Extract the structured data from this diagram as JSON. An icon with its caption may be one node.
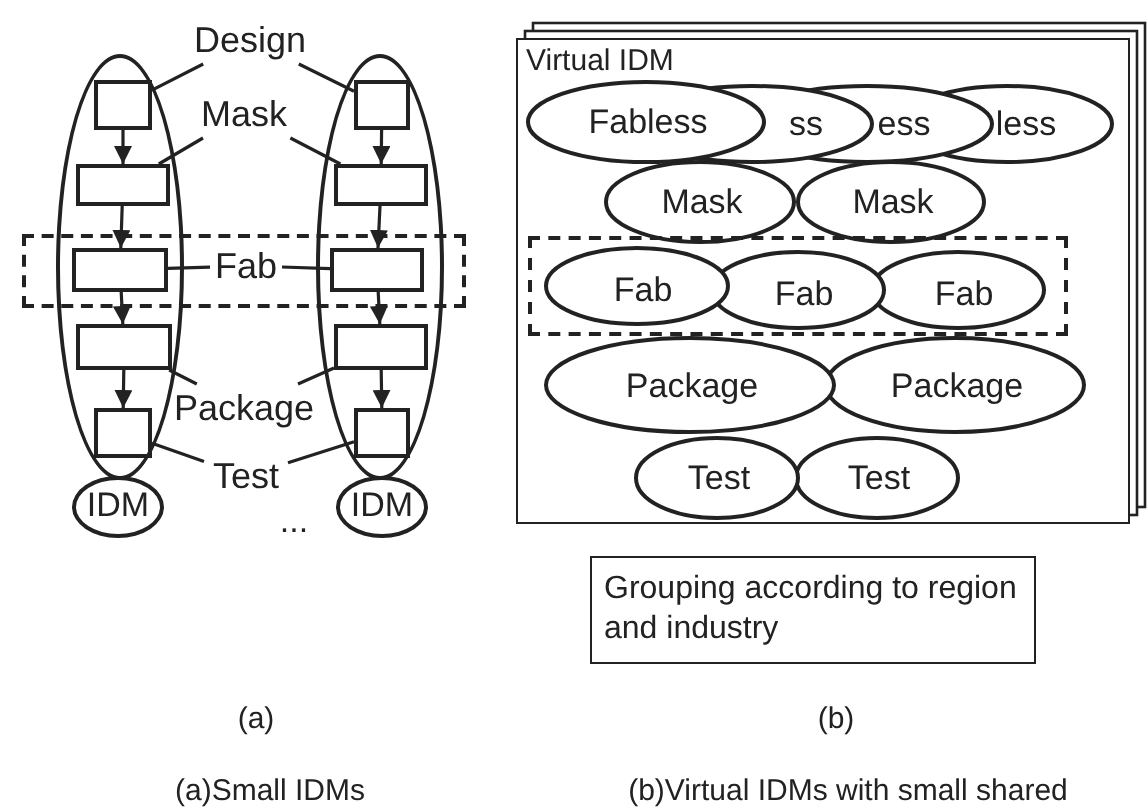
{
  "diagram": {
    "nodes": [
      {
        "text": [
          "Design"
        ]
      },
      {
        "text": [],
        "shape": "ellipse"
      },
      {
        "text": [],
        "shape": "box",
        "in": 1
      },
      {
        "text": [],
        "shape": "box",
        "in": 1
      },
      {
        "text": [],
        "shape": "box"
      },
      {
        "text": [],
        "shape": "box",
        "in": 1
      },
      {
        "text": [],
        "shape": "box",
        "in": 1
      },
      {
        "text": [],
        "shape": "ellipse"
      },
      {
        "text": [],
        "shape": "box",
        "in": 7
      },
      {
        "text": [],
        "shape": "box",
        "in": 7
      },
      {
        "text": [],
        "shape": "box"
      },
      {
        "text": [],
        "shape": "box",
        "in": 7
      },
      {
        "text": [],
        "shape": "box",
        "in": 7
      },
      {
        "text": [
          "Mask"
        ]
      },
      {
        "text": [],
        "shape": "box"
      },
      {
        "text": [
          "Fab"
        ],
        "in": 14
      },
      {
        "text": [
          "Package"
        ]
      },
      {
        "text": [
          "Test"
        ]
      },
      {
        "text": [
          "IDM"
        ]
      },
      {
        "text": [
          "IDM"
        ]
      },
      {
        "text": [
          "Virtual IDM"
        ]
      },
      {
        "text": [
          "Fabless"
        ],
        "in": 20
      },
      {
        "text": [
          "ss"
        ],
        "in": 20
      },
      {
        "text": [
          "ess"
        ],
        "in": 20
      },
      {
        "text": [
          "less"
        ],
        "in": 20
      },
      {
        "text": [
          "Mask"
        ],
        "in": 20
      },
      {
        "text": [
          "Mask"
        ],
        "in": 20
      },
      {
        "text": [],
        "shape": "box",
        "in": 20
      },
      {
        "text": [
          "Fab"
        ],
        "in": 27
      },
      {
        "text": [
          "Fab"
        ],
        "in": 27
      },
      {
        "text": [
          "Fab"
        ],
        "in": 27
      },
      {
        "text": [
          "Package"
        ],
        "in": 20
      },
      {
        "text": [
          "Package"
        ],
        "in": 20
      },
      {
        "text": [
          "Test"
        ],
        "in": 20
      },
      {
        "text": [
          "Test"
        ],
        "in": 20
      },
      {
        "text": [
          "Grouping according to region and industry"
        ]
      }
    ],
    "edges": [
      {
        "from": 2,
        "to": 3,
        "arrow": "to"
      },
      {
        "from": 3,
        "to": 4,
        "arrow": "to"
      },
      {
        "from": 4,
        "to": 5,
        "arrow": "to"
      },
      {
        "from": 5,
        "to": 6,
        "arrow": "to"
      },
      {
        "from": 8,
        "to": 9,
        "arrow": "to"
      },
      {
        "from": 9,
        "to": 10,
        "arrow": "to"
      },
      {
        "from": 10,
        "to": 11,
        "arrow": "to"
      },
      {
        "from": 11,
        "to": 12,
        "arrow": "to"
      },
      {
        "from": 0,
        "to": 2,
        "arrow": "none"
      },
      {
        "from": 0,
        "to": 8,
        "arrow": "none"
      },
      {
        "from": 13,
        "to": 3,
        "arrow": "none"
      },
      {
        "from": 13,
        "to": 9,
        "arrow": "none"
      },
      {
        "from": 15,
        "to": 4,
        "arrow": "none"
      },
      {
        "from": 15,
        "to": 10,
        "arrow": "none"
      },
      {
        "from": 16,
        "to": 5,
        "arrow": "none"
      },
      {
        "from": 16,
        "to": 11,
        "arrow": "none"
      },
      {
        "from": 17,
        "to": 6,
        "arrow": "none"
      },
      {
        "from": 17,
        "to": 12,
        "arrow": "none"
      }
    ],
    "labels": [
      "...",
      "(a)",
      "(b)",
      "(a)Small IDMs",
      "(b)Virtual IDMs with small shared"
    ]
  }
}
